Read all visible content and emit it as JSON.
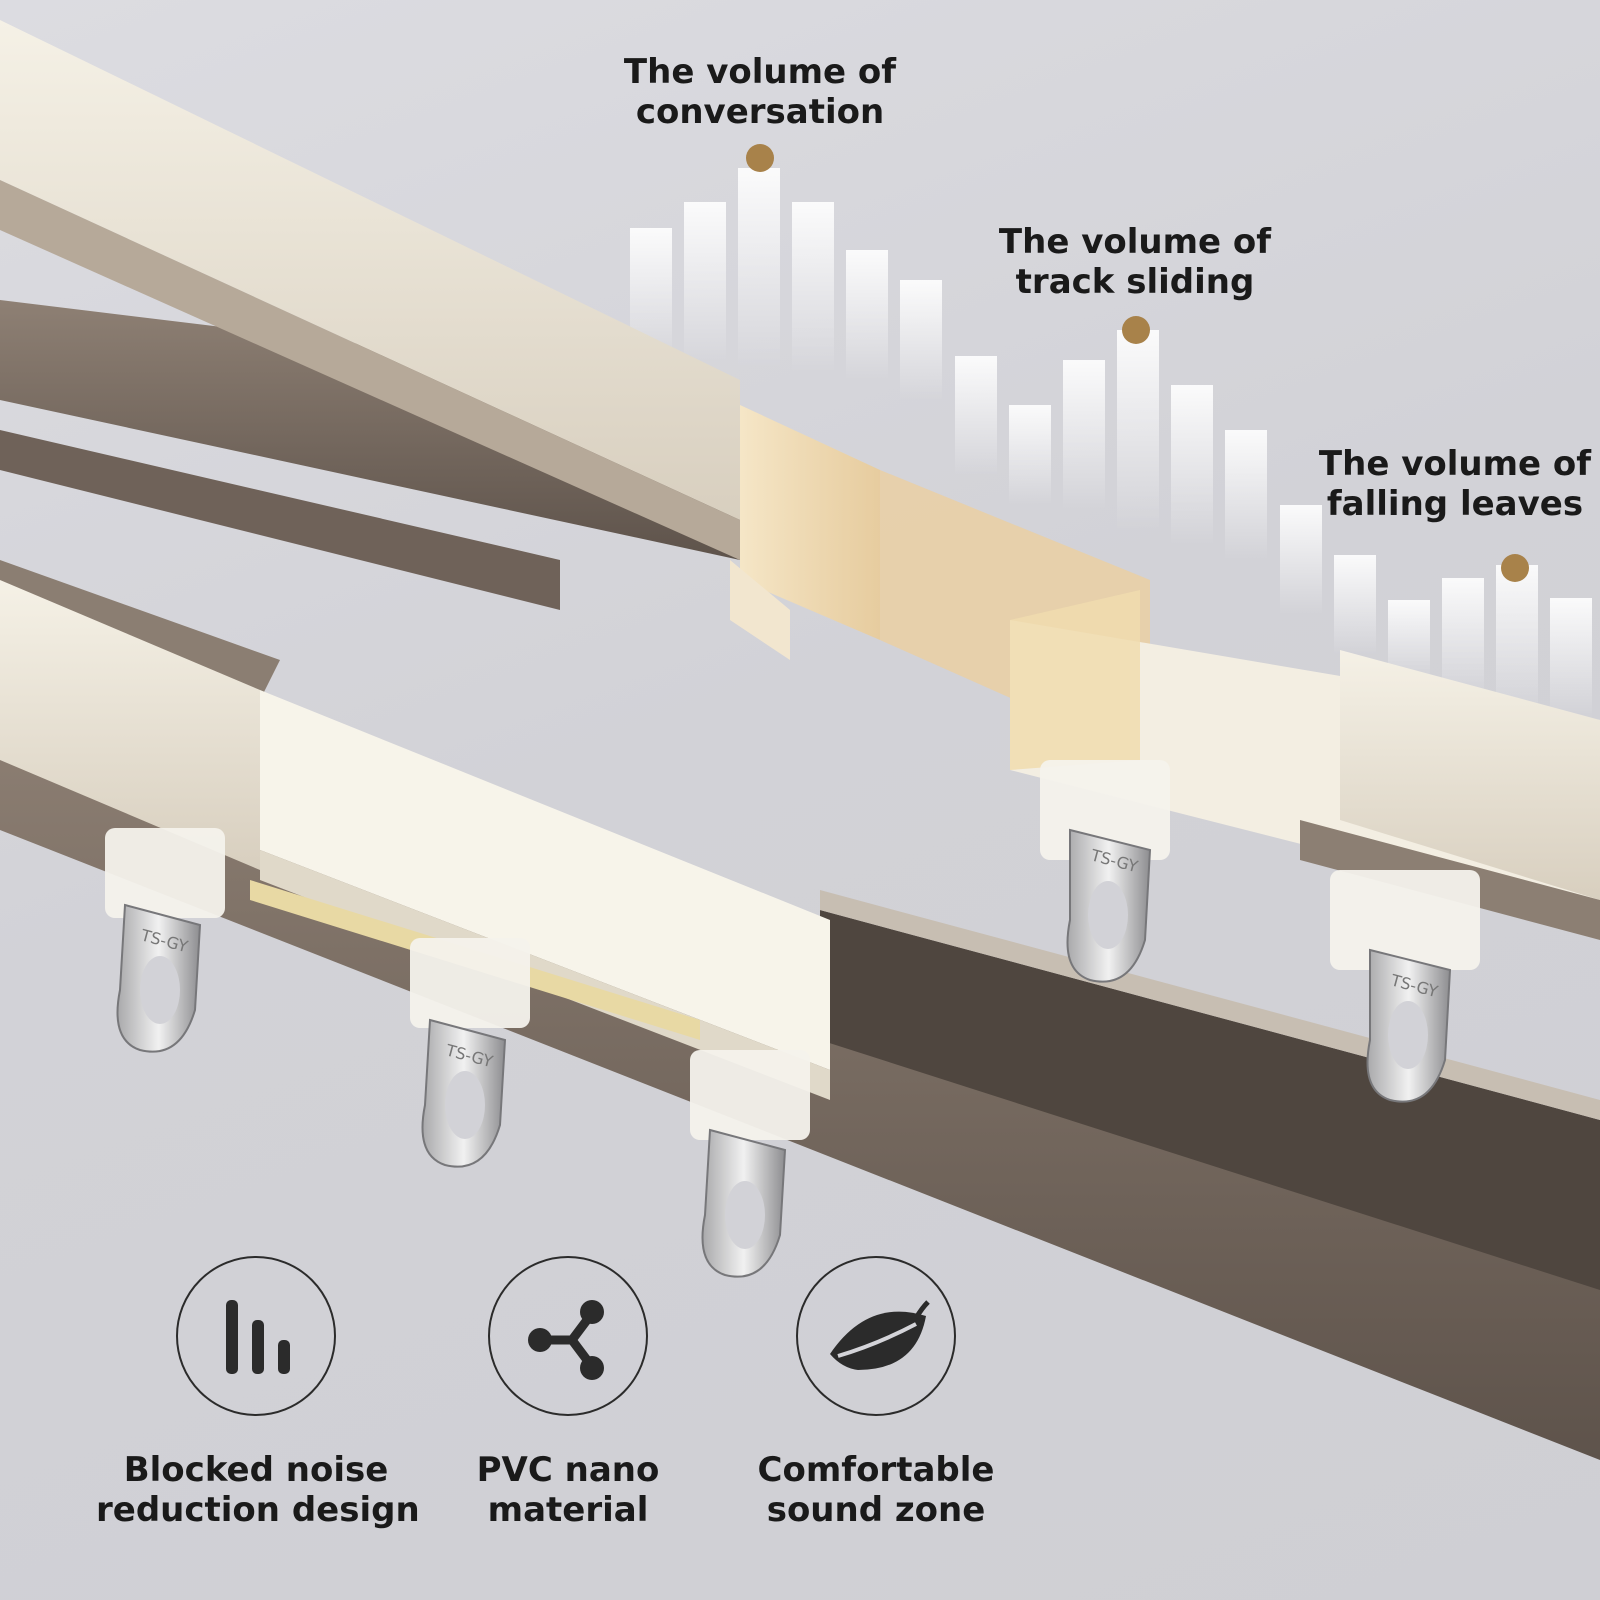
{
  "volumes": [
    {
      "line1": "The volume of",
      "line2": "conversation"
    },
    {
      "line1": "The volume of",
      "line2": "track sliding"
    },
    {
      "line1": "The volume of",
      "line2": "falling leaves"
    }
  ],
  "features": [
    {
      "line1": "Blocked noise",
      "line2": "reduction design",
      "icon": "sound-bars-icon"
    },
    {
      "line1": "PVC nano",
      "line2": "material",
      "icon": "molecule-icon"
    },
    {
      "line1": "Comfortable",
      "line2": "sound zone",
      "icon": "leaf-icon"
    }
  ],
  "hook_stamp": "TS-GY",
  "colors": {
    "background": "#d4d4d9",
    "rail_light": "#e9e3d6",
    "rail_dark": "#7a6c62",
    "glider": "#f3f0e6",
    "accent_dot": "#a8824a",
    "text": "#1a1a1a",
    "icon": "#2b2b2b"
  }
}
